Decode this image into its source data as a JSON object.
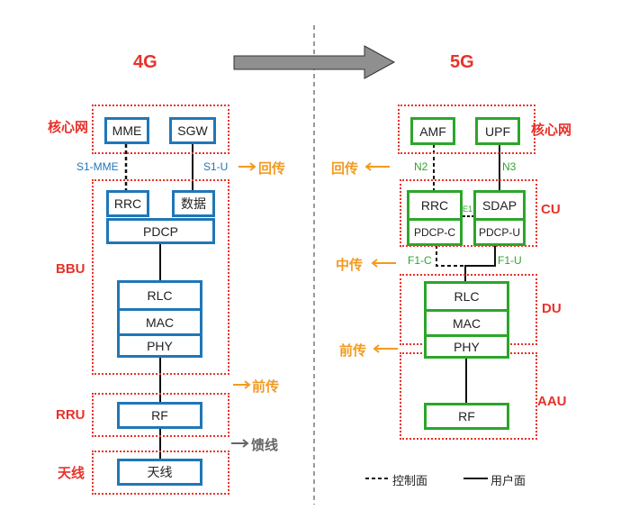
{
  "headings": {
    "left": "4G",
    "right": "5G"
  },
  "lte": {
    "regions": {
      "core": "核心网",
      "bbu": "BBU",
      "rru": "RRU",
      "antenna": "天线"
    },
    "core": {
      "mme": "MME",
      "sgw": "SGW"
    },
    "interfaces": {
      "s1_mme": "S1-MME",
      "s1_u": "S1-U"
    },
    "bbu": {
      "rrc": "RRC",
      "data": "数据",
      "pdcp": "PDCP",
      "stack": [
        "RLC",
        "MAC",
        "PHY"
      ]
    },
    "rru": {
      "rf": "RF"
    },
    "antenna": {
      "box": "天线"
    },
    "transport": {
      "backhaul": "回传",
      "fronthaul": "前传",
      "feeder": "馈线"
    }
  },
  "nr": {
    "regions": {
      "core": "核心网",
      "cu": "CU",
      "du": "DU",
      "aau": "AAU"
    },
    "core": {
      "amf": "AMF",
      "upf": "UPF"
    },
    "interfaces": {
      "n2": "N2",
      "n3": "N3",
      "e1": "E1",
      "f1_c": "F1-C",
      "f1_u": "F1-U"
    },
    "cu": {
      "rrc": "RRC",
      "pdcp_c": "PDCP-C",
      "sdap": "SDAP",
      "pdcp_u": "PDCP-U"
    },
    "du": {
      "stack": [
        "RLC",
        "MAC",
        "PHY"
      ]
    },
    "aau": {
      "rf": "RF"
    },
    "transport": {
      "backhaul": "回传",
      "midhaul": "中传",
      "fronthaul": "前传"
    }
  },
  "legend": {
    "control_plane": "控制面",
    "user_plane": "用户面"
  },
  "colors": {
    "region": "#e8322a",
    "lte_box": "#1f77b8",
    "nr_box": "#2ca62a",
    "transport": "#f39a1e",
    "feeder": "#666666",
    "arrow_fill": "#8f8f8f"
  }
}
